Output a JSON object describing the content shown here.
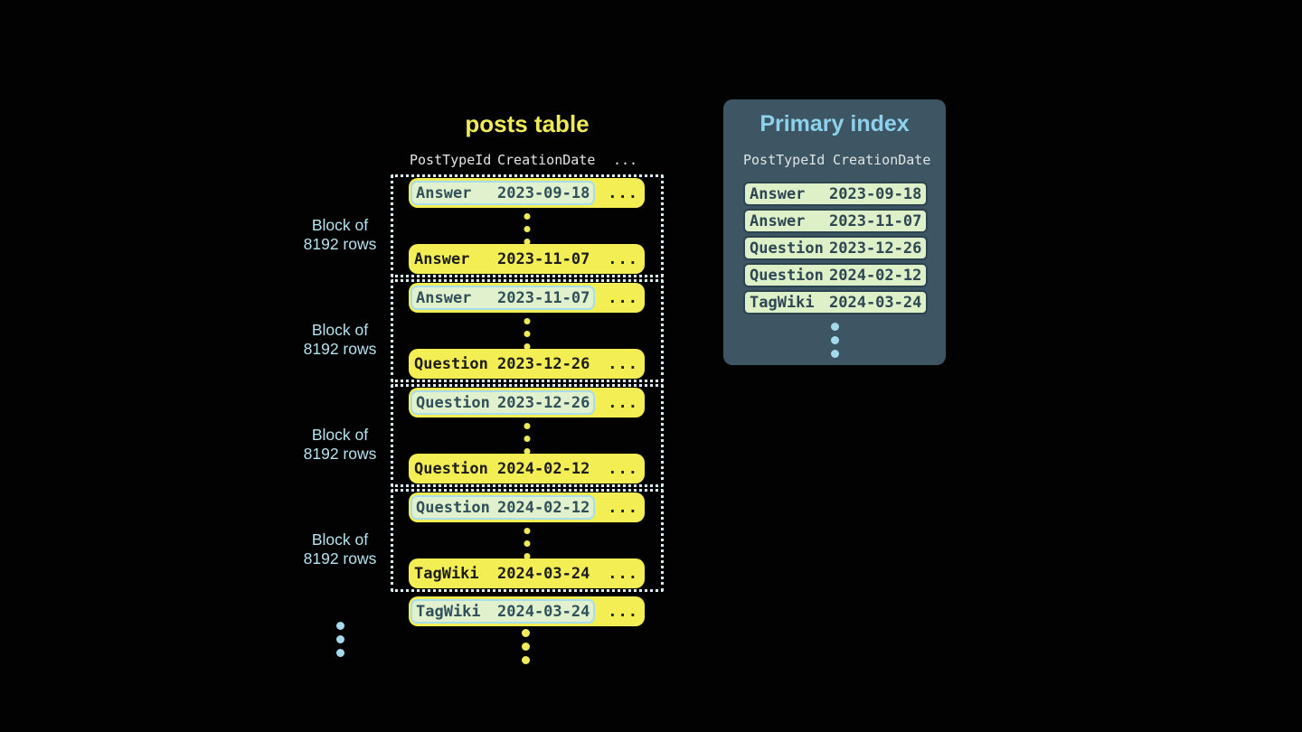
{
  "table": {
    "title": "posts table",
    "headers": {
      "col1": "PostTypeId",
      "col2": "CreationDate",
      "col3": "..."
    },
    "block_label": {
      "line1": "Block of",
      "line2": "8192 rows"
    },
    "blocks": [
      {
        "first": {
          "type": "Answer",
          "date": "2023-09-18",
          "more": "..."
        },
        "last": {
          "type": "Answer",
          "date": "2023-11-07",
          "more": "..."
        }
      },
      {
        "first": {
          "type": "Answer",
          "date": "2023-11-07",
          "more": "..."
        },
        "last": {
          "type": "Question",
          "date": "2023-12-26",
          "more": "..."
        }
      },
      {
        "first": {
          "type": "Question",
          "date": "2023-12-26",
          "more": "..."
        },
        "last": {
          "type": "Question",
          "date": "2024-02-12",
          "more": "..."
        }
      },
      {
        "first": {
          "type": "Question",
          "date": "2024-02-12",
          "more": "..."
        },
        "last": {
          "type": "TagWiki",
          "date": "2024-03-24",
          "more": "..."
        }
      }
    ],
    "overflow_row": {
      "type": "TagWiki",
      "date": "2024-03-24",
      "more": "..."
    }
  },
  "index": {
    "title": "Primary index",
    "headers": {
      "col1": "PostTypeId",
      "col2": "CreationDate"
    },
    "entries": [
      {
        "type": "Answer",
        "date": "2023-09-18"
      },
      {
        "type": "Answer",
        "date": "2023-11-07"
      },
      {
        "type": "Question",
        "date": "2023-12-26"
      },
      {
        "type": "Question",
        "date": "2024-02-12"
      },
      {
        "type": "TagWiki",
        "date": "2024-03-24"
      }
    ]
  },
  "colors": {
    "background": "#020202",
    "row_yellow": "#f4ee55",
    "table_title_yellow": "#f0ea57",
    "key_pill_green": "#e1f1cd",
    "key_pill_border_blue": "#a9dcec",
    "index_entry_green": "#def0c8",
    "index_entry_border": "#2c4450",
    "panel_slate": "#3e5564",
    "panel_title_blue": "#8dd2ed",
    "block_label_blue": "#b5e2f1",
    "dotted_border": "#d8edf5",
    "ellipsis_blue": "#a5d9ed",
    "ellipsis_yellow": "#f0ea5e"
  }
}
